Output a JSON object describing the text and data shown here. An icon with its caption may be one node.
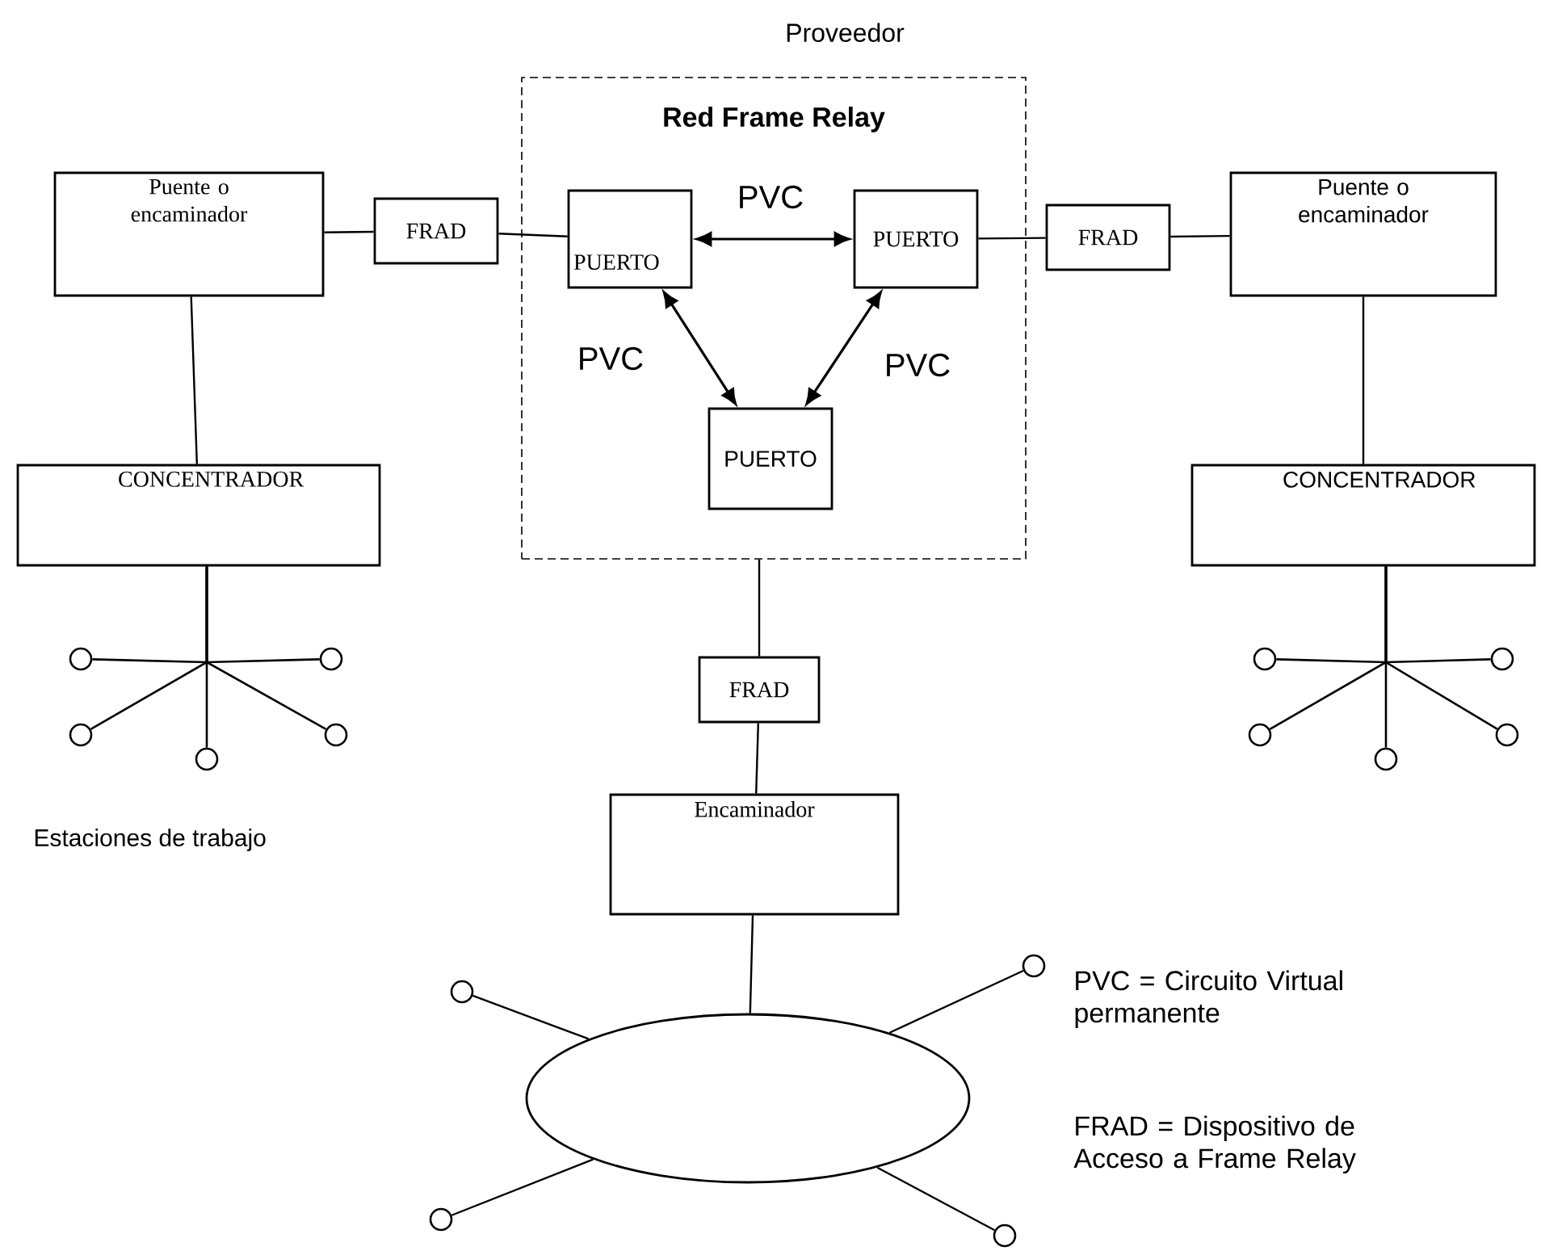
{
  "diagram": {
    "nodes": [
      {
        "text": [
          "Proveedor",
          "Red Frame Relay"
        ]
      },
      {
        "text": [
          "PUERTO"
        ],
        "in": 0
      },
      {
        "text": [
          "PUERTO"
        ],
        "in": 0
      },
      {
        "text": [
          "PUERTO"
        ],
        "in": 0
      },
      {
        "text": [
          "Puente o encaminador"
        ]
      },
      {
        "text": [
          "FRAD"
        ]
      },
      {
        "text": [
          "CONCENTRADOR"
        ]
      },
      {
        "text": [
          "FRAD"
        ]
      },
      {
        "text": [
          "Puente o encaminador"
        ]
      },
      {
        "text": [
          "CONCENTRADOR"
        ]
      },
      {
        "text": [
          "FRAD"
        ]
      },
      {
        "text": [
          "Encaminador"
        ]
      },
      {
        "text": [],
        "shape": "ellipse"
      },
      {
        "text": [],
        "shape": "circle"
      },
      {
        "text": [],
        "shape": "circle"
      },
      {
        "text": [],
        "shape": "circle"
      },
      {
        "text": [],
        "shape": "circle"
      },
      {
        "text": [],
        "shape": "circle"
      },
      {
        "text": [],
        "shape": "circle"
      },
      {
        "text": [],
        "shape": "circle"
      },
      {
        "text": [],
        "shape": "circle"
      },
      {
        "text": [],
        "shape": "circle"
      },
      {
        "text": [],
        "shape": "circle"
      },
      {
        "text": [],
        "shape": "circle"
      },
      {
        "text": [],
        "shape": "circle"
      },
      {
        "text": [],
        "shape": "circle"
      },
      {
        "text": [],
        "shape": "circle"
      }
    ],
    "edges": [
      {
        "from": 4,
        "to": 5,
        "arrow": "none"
      },
      {
        "from": 5,
        "to": 1,
        "arrow": "none"
      },
      {
        "from": 1,
        "to": 2,
        "arrow": "both",
        "label": "PVC"
      },
      {
        "from": 1,
        "to": 3,
        "arrow": "both",
        "label": "PVC"
      },
      {
        "from": 2,
        "to": 3,
        "arrow": "both",
        "label": "PVC"
      },
      {
        "from": 2,
        "to": 7,
        "arrow": "none"
      },
      {
        "from": 7,
        "to": 8,
        "arrow": "none"
      },
      {
        "from": 4,
        "to": 6,
        "arrow": "none"
      },
      {
        "from": 8,
        "to": 9,
        "arrow": "none"
      },
      {
        "from": 0,
        "to": 10,
        "arrow": "none"
      },
      {
        "from": 10,
        "to": 11,
        "arrow": "none"
      },
      {
        "from": 11,
        "to": 12,
        "arrow": "none"
      },
      {
        "from": 6,
        "to": 13,
        "arrow": "none"
      },
      {
        "from": 6,
        "to": 14,
        "arrow": "none"
      },
      {
        "from": 6,
        "to": 15,
        "arrow": "none"
      },
      {
        "from": 6,
        "to": 16,
        "arrow": "none"
      },
      {
        "from": 6,
        "to": 17,
        "arrow": "none"
      },
      {
        "from": 9,
        "to": 18,
        "arrow": "none"
      },
      {
        "from": 9,
        "to": 19,
        "arrow": "none"
      },
      {
        "from": 9,
        "to": 20,
        "arrow": "none"
      },
      {
        "from": 9,
        "to": 21,
        "arrow": "none"
      },
      {
        "from": 9,
        "to": 22,
        "arrow": "none"
      },
      {
        "from": 12,
        "to": 23,
        "arrow": "none"
      },
      {
        "from": 12,
        "to": 24,
        "arrow": "none"
      },
      {
        "from": 12,
        "to": 25,
        "arrow": "none"
      },
      {
        "from": 12,
        "to": 26,
        "arrow": "none"
      }
    ],
    "labels": [
      "Estaciones de trabajo",
      "PVC = Circuito Virtual permanente",
      "FRAD = Dispositivo de Acceso a Frame Relay"
    ]
  }
}
